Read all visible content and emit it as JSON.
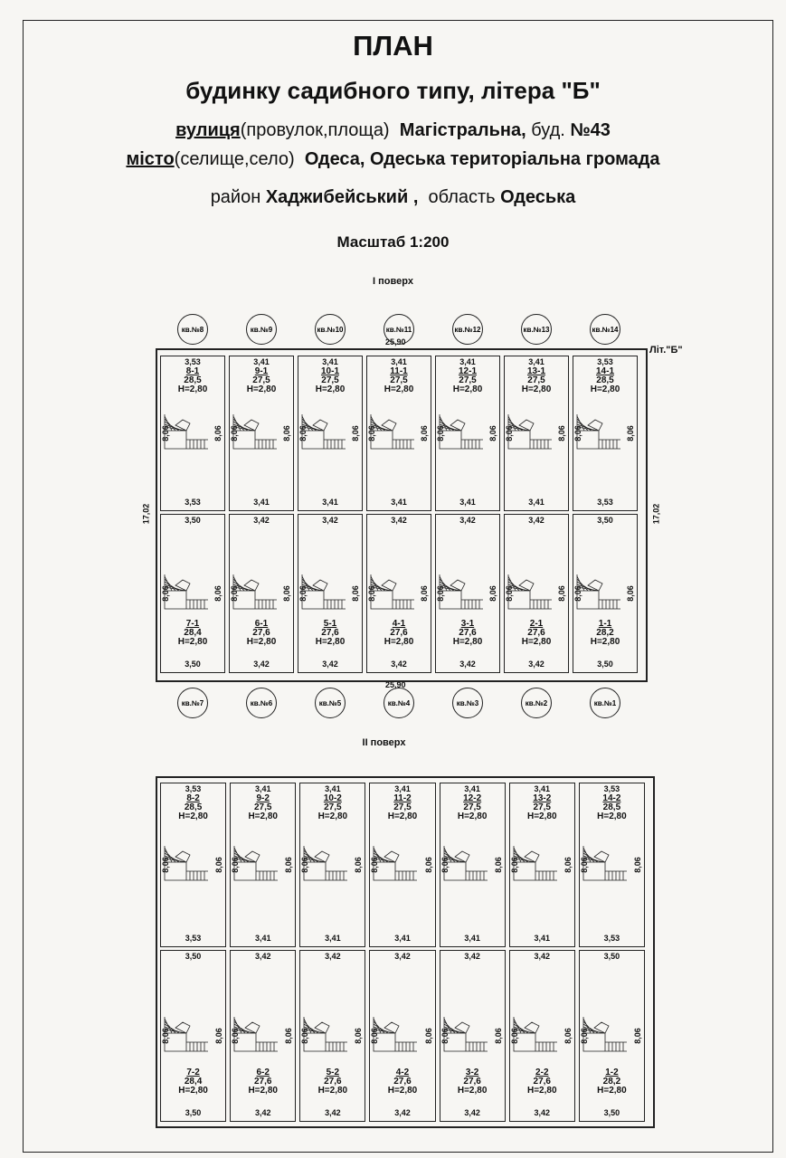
{
  "header": {
    "title": "ПЛАН",
    "subtitle": "будинку садибного типу, літера \"Б\"",
    "street_label": "вулиця",
    "street_hint": "(провулок,площа)",
    "street_value": "Магістральна,",
    "building_label": "буд.",
    "building_value": "№43",
    "city_label": "місто",
    "city_hint": "(селище,село)",
    "city_value": "Одеса, Одеська територіальна громада",
    "district_label": "район",
    "district_value": "Хаджибейський ,",
    "region_label": "область",
    "region_value": "Одеська",
    "scale": "Масштаб 1:200"
  },
  "letter": "Літ.\"Б\"",
  "overall_width": "25,90",
  "overall_depth": "17,02",
  "room_depth": "8,06",
  "floors": [
    {
      "title": "І поверх",
      "top": [
        {
          "apt": "кв.№8",
          "id": "8-1",
          "area": "28,5",
          "h": "Н=2,80",
          "w": "3,53"
        },
        {
          "apt": "кв.№9",
          "id": "9-1",
          "area": "27,5",
          "h": "Н=2,80",
          "w": "3,41"
        },
        {
          "apt": "кв.№10",
          "id": "10-1",
          "area": "27,5",
          "h": "Н=2,80",
          "w": "3,41"
        },
        {
          "apt": "кв.№11",
          "id": "11-1",
          "area": "27,5",
          "h": "Н=2,80",
          "w": "3,41"
        },
        {
          "apt": "кв.№12",
          "id": "12-1",
          "area": "27,5",
          "h": "Н=2,80",
          "w": "3,41"
        },
        {
          "apt": "кв.№13",
          "id": "13-1",
          "area": "27,5",
          "h": "Н=2,80",
          "w": "3,41"
        },
        {
          "apt": "кв.№14",
          "id": "14-1",
          "area": "28,5",
          "h": "Н=2,80",
          "w": "3,53"
        }
      ],
      "bottom": [
        {
          "apt": "кв.№7",
          "id": "7-1",
          "area": "28,4",
          "h": "Н=2,80",
          "w": "3,50"
        },
        {
          "apt": "кв.№6",
          "id": "6-1",
          "area": "27,6",
          "h": "Н=2,80",
          "w": "3,42"
        },
        {
          "apt": "кв.№5",
          "id": "5-1",
          "area": "27,6",
          "h": "Н=2,80",
          "w": "3,42"
        },
        {
          "apt": "кв.№4",
          "id": "4-1",
          "area": "27,6",
          "h": "Н=2,80",
          "w": "3,42"
        },
        {
          "apt": "кв.№3",
          "id": "3-1",
          "area": "27,6",
          "h": "Н=2,80",
          "w": "3,42"
        },
        {
          "apt": "кв.№2",
          "id": "2-1",
          "area": "27,6",
          "h": "Н=2,80",
          "w": "3,42"
        },
        {
          "apt": "кв.№1",
          "id": "1-1",
          "area": "28,2",
          "h": "Н=2,80",
          "w": "3,50"
        }
      ]
    },
    {
      "title": "ІІ поверх",
      "top": [
        {
          "id": "8-2",
          "area": "28,5",
          "h": "Н=2,80",
          "w": "3,53"
        },
        {
          "id": "9-2",
          "area": "27,5",
          "h": "Н=2,80",
          "w": "3,41"
        },
        {
          "id": "10-2",
          "area": "27,5",
          "h": "Н=2,80",
          "w": "3,41"
        },
        {
          "id": "11-2",
          "area": "27,5",
          "h": "Н=2,80",
          "w": "3,41"
        },
        {
          "id": "12-2",
          "area": "27,5",
          "h": "Н=2,80",
          "w": "3,41"
        },
        {
          "id": "13-2",
          "area": "27,5",
          "h": "Н=2,80",
          "w": "3,41"
        },
        {
          "id": "14-2",
          "area": "28,5",
          "h": "Н=2,80",
          "w": "3,53"
        }
      ],
      "bottom": [
        {
          "id": "7-2",
          "area": "28,4",
          "h": "Н=2,80",
          "w": "3,50"
        },
        {
          "id": "6-2",
          "area": "27,6",
          "h": "Н=2,80",
          "w": "3,42"
        },
        {
          "id": "5-2",
          "area": "27,6",
          "h": "Н=2,80",
          "w": "3,42"
        },
        {
          "id": "4-2",
          "area": "27,6",
          "h": "Н=2,80",
          "w": "3,42"
        },
        {
          "id": "3-2",
          "area": "27,6",
          "h": "Н=2,80",
          "w": "3,42"
        },
        {
          "id": "2-2",
          "area": "27,6",
          "h": "Н=2,80",
          "w": "3,42"
        },
        {
          "id": "1-2",
          "area": "28,2",
          "h": "Н=2,80",
          "w": "3,50"
        }
      ]
    }
  ]
}
